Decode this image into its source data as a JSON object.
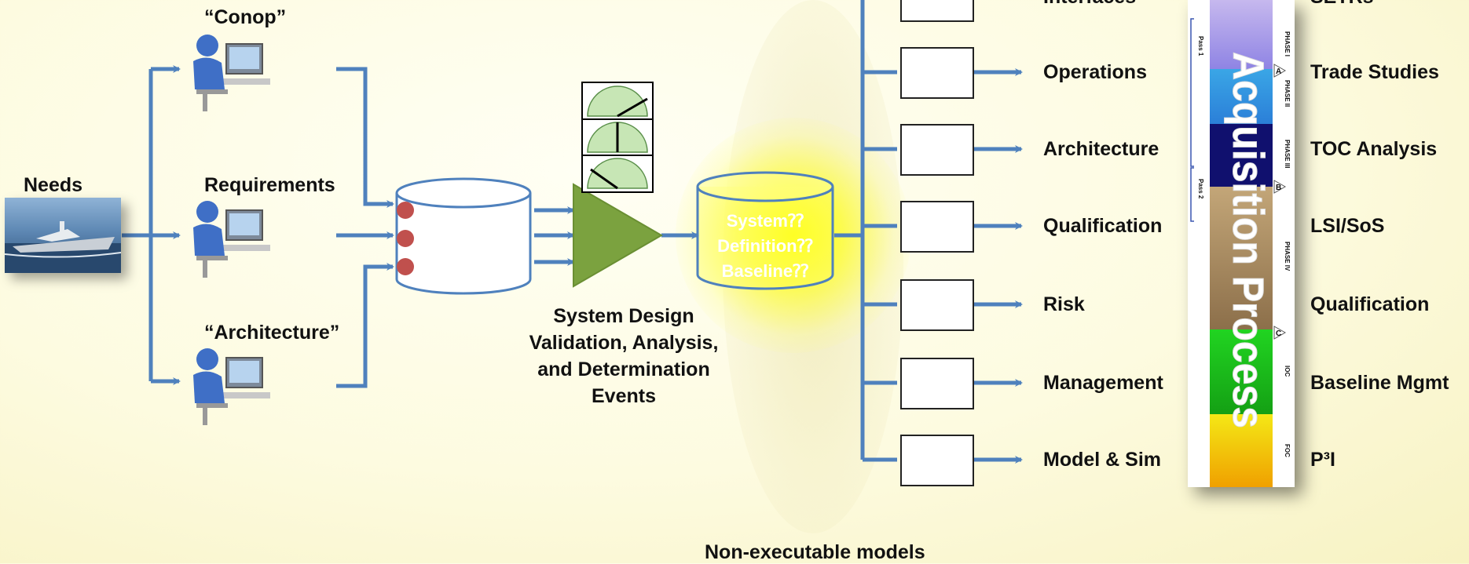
{
  "inputs": {
    "needs": "Needs",
    "conop": "“Conop”",
    "requirements": "Requirements",
    "architecture": "“Architecture”"
  },
  "left_db_label": "",
  "process": {
    "caption_lines": [
      "System Design",
      "Validation, Analysis,",
      "and Determination",
      "Events"
    ]
  },
  "baseline_db": {
    "lines": [
      "System⁇",
      "Definition⁇",
      "Baseline⁇"
    ]
  },
  "outputs": [
    "Interfaces",
    "Operations",
    "Architecture",
    "Qualification",
    "Risk",
    "Management",
    "Model & Sim"
  ],
  "artifacts": [
    "SETRs",
    "Trade Studies",
    "TOC Analysis",
    "LSI/SoS",
    "Qualification",
    "Baseline Mgmt",
    "P³I"
  ],
  "acquisition": {
    "title": "Acquisition Process",
    "phases": [
      "PHASE I",
      "PHASE II",
      "PHASE III",
      "PHASE IV",
      "IOC",
      "FOC"
    ],
    "milestones": [
      "A",
      "B",
      "C"
    ],
    "passes": [
      "Pass 1",
      "Pass 2"
    ]
  },
  "footer": "Non-executable models",
  "colors": {
    "arrow": "#4f81bd",
    "triangle": "#7ba23f",
    "dot": "#c0504d"
  }
}
